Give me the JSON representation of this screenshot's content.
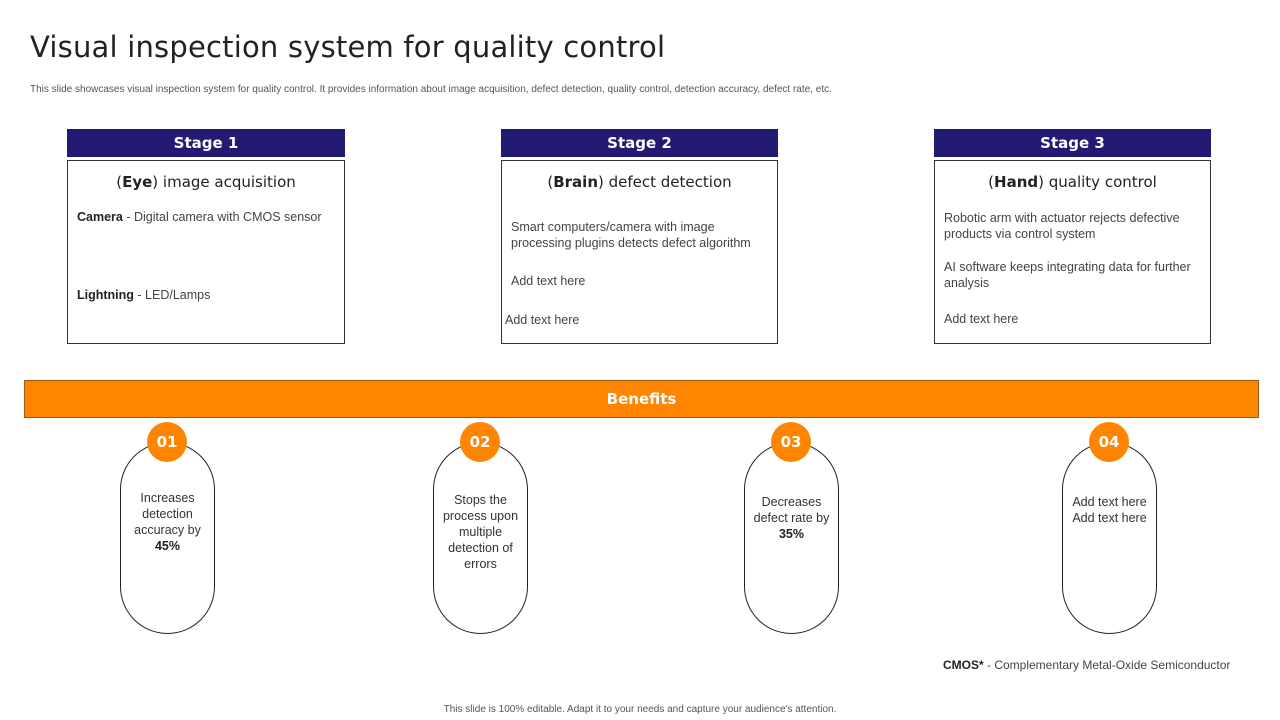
{
  "title": "Visual inspection system for quality control",
  "subtitle": "This slide showcases visual inspection system for quality control. It provides information about image acquisition, defect detection, quality control, detection accuracy, defect rate, etc.",
  "stages": [
    {
      "label": "Stage 1",
      "sub_bold": "Eye",
      "sub_rest": " image acquisition",
      "items": [
        {
          "bold": "Camera",
          "text": " - Digital camera with CMOS sensor"
        },
        {
          "bold": "Lightning",
          "text": " - LED/Lamps"
        }
      ]
    },
    {
      "label": "Stage 2",
      "sub_bold": "Brain",
      "sub_rest": " defect detection",
      "items": [
        {
          "text": "Smart computers/camera with image processing plugins detects defect algorithm"
        },
        {
          "text": "Add text here"
        },
        {
          "text": "Add text here"
        }
      ]
    },
    {
      "label": "Stage 3",
      "sub_bold": "Hand",
      "sub_rest": " quality control",
      "items": [
        {
          "text": "Robotic arm with actuator rejects defective products via control system"
        },
        {
          "text": "AI software keeps integrating data for further analysis"
        },
        {
          "text": "Add text here"
        }
      ]
    }
  ],
  "benefits_label": "Benefits",
  "benefits": [
    {
      "num": "01",
      "text": "Increases detection accuracy by",
      "highlight": "45%"
    },
    {
      "num": "02",
      "text": "Stops the process upon multiple detection of errors"
    },
    {
      "num": "03",
      "text": "Decreases defect rate by",
      "highlight": "35%"
    },
    {
      "num": "04",
      "text": "Add text here Add text here"
    }
  ],
  "footnote": {
    "bold": "CMOS*",
    "text": " - Complementary Metal-Oxide Semiconductor"
  },
  "footer": "This slide is 100% editable. Adapt it to your needs and capture your audience's attention.",
  "colors": {
    "accent_orange": "#ff8400",
    "stage_navy": "#221b73"
  }
}
